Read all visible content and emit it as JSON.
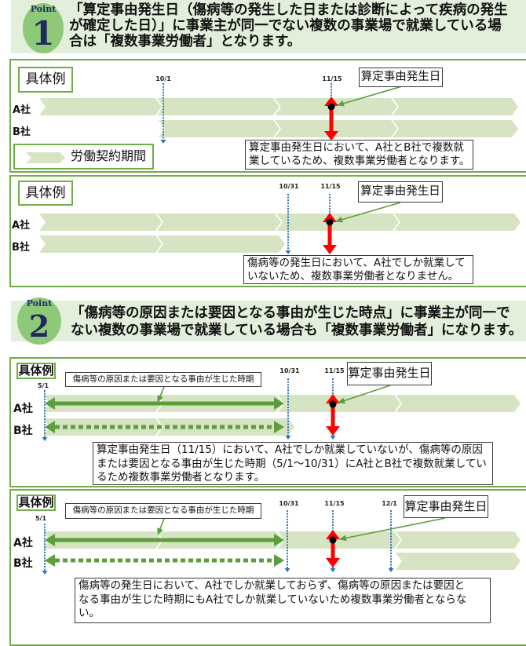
{
  "colors": {
    "banner_bg": "#e2efda",
    "badge_bg": "#8ec97a",
    "badge_text": "#1f2b5e",
    "frame_border": "#70ad47",
    "contract_bar": "#d6e4c4",
    "date_marker": "#2e75b6",
    "calc_date_arrow": "#ff0000",
    "cause_arrow": "#5b9e3b"
  },
  "point1": {
    "badge_label": "Point",
    "badge_number": "1",
    "title_lines": [
      "「算定事由発生日（傷病等の発生した日または診断によって疾病の発生",
      "が確定した日）」に事業主が同一でない複数の事業場で就業している場",
      "合は「複数事業労働者」となります。"
    ],
    "examples": [
      {
        "label": "具体例",
        "company_a": "A社",
        "company_b": "B社",
        "dates": [
          "10/1",
          "11/15"
        ],
        "callout": "算定事由発生日",
        "note_lines": [
          "算定事由発生日において、A社とB社で複数就",
          "業しているため、複数事業労働者となります。"
        ],
        "legend_label": "労働契約期間"
      },
      {
        "label": "具体例",
        "company_a": "A社",
        "company_b": "B社",
        "dates": [
          "10/31",
          "11/15"
        ],
        "callout": "算定事由発生日",
        "note_lines": [
          "傷病等の発生日において、A社でしか就業して",
          "いないため、複数事業労働者となりません。"
        ]
      }
    ]
  },
  "point2": {
    "badge_label": "Point",
    "badge_number": "2",
    "title_lines": [
      "「傷病等の原因または要因となる事由が生じた時点」に事業主が同一で",
      "ない複数の事業場で就業している場合も「複数事業労働者」になります。"
    ],
    "examples": [
      {
        "label": "具体例",
        "cause_callout": "傷病等の原因または要因となる事由が生じた時期",
        "company_a": "A社",
        "company_b": "B社",
        "dates": [
          "5/1",
          "10/31",
          "11/15"
        ],
        "callout": "算定事由発生日",
        "note_lines": [
          "算定事由発生日（11/15）において、A社でしか就業していないが、傷病等の原因",
          "または要因となる事由が生じた時期（5/1～10/31）にA社とB社で複数就業してい",
          "るため複数事業労働者となります。"
        ]
      },
      {
        "label": "具体例",
        "cause_callout": "傷病等の原因または要因となる事由が生じた時期",
        "company_a": "A社",
        "company_b": "B社",
        "dates": [
          "5/1",
          "10/31",
          "11/15",
          "12/1"
        ],
        "callout": "算定事由発生日",
        "note_lines": [
          "傷病等の発生日において、A社でしか就業しておらず、傷病等の原因または要因と",
          "なる事由が生じた時期にもA社でしか就業していないため複数事業労働者とならな",
          "い。"
        ]
      }
    ]
  }
}
